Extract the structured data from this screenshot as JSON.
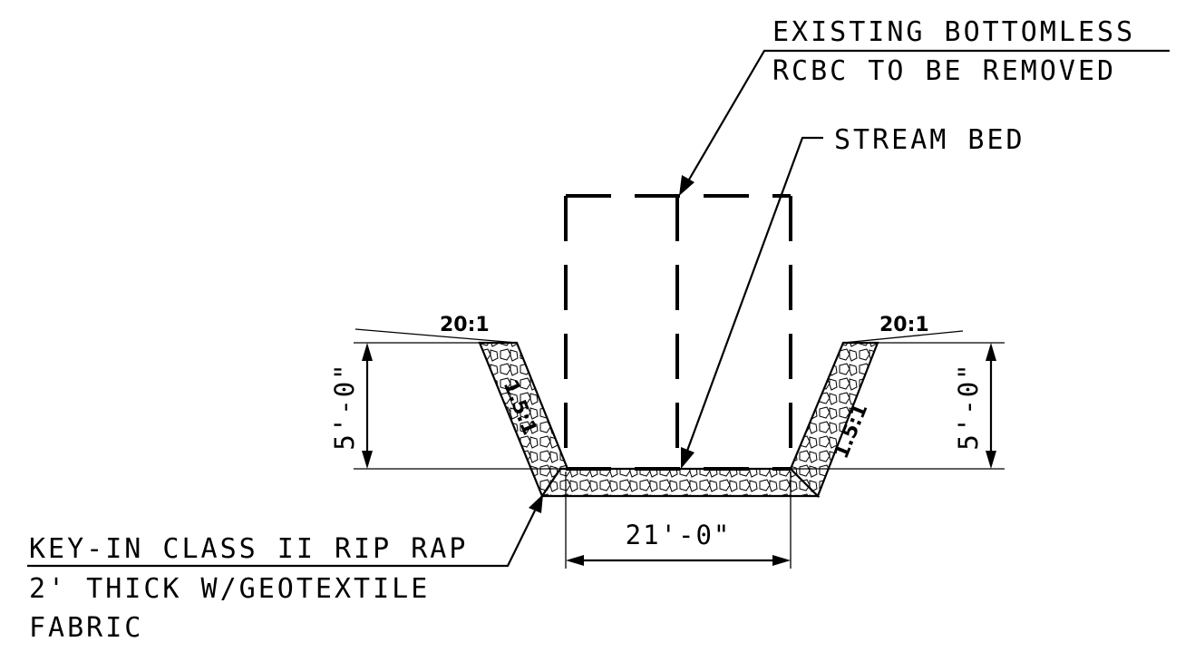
{
  "labels": {
    "existing_line1": "EXISTING BOTTOMLESS",
    "existing_line2": "RCBC TO BE REMOVED",
    "stream_bed": "STREAM BED",
    "keyin_line1": "KEY-IN CLASS II RIP RAP",
    "keyin_line2": "2' THICK W/GEOTEXTILE",
    "keyin_line3": "FABRIC"
  },
  "dimensions": {
    "left_height": "5'-0\"",
    "right_height": "5'-0\"",
    "bottom_width": "21'-0\""
  },
  "slopes": {
    "left_top": "20:1",
    "right_top": "20:1",
    "left_side": "1.5:1",
    "right_side": "1.5:1"
  }
}
